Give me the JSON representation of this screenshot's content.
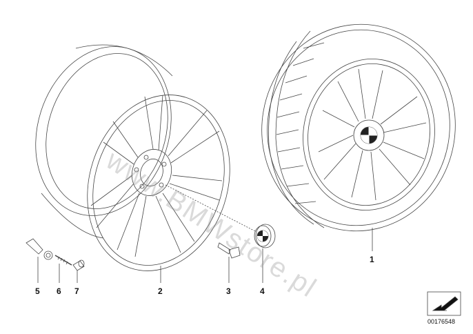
{
  "diagram": {
    "watermark_text": "www.BMWstore.pl",
    "part_number": "00176548",
    "callouts": {
      "c1": "1",
      "c2": "2",
      "c3": "3",
      "c4": "4",
      "c5": "5",
      "c6": "6",
      "c7": "7"
    },
    "colors": {
      "line": "#333333",
      "watermark": "#b4b4b4",
      "background": "#ffffff"
    }
  }
}
